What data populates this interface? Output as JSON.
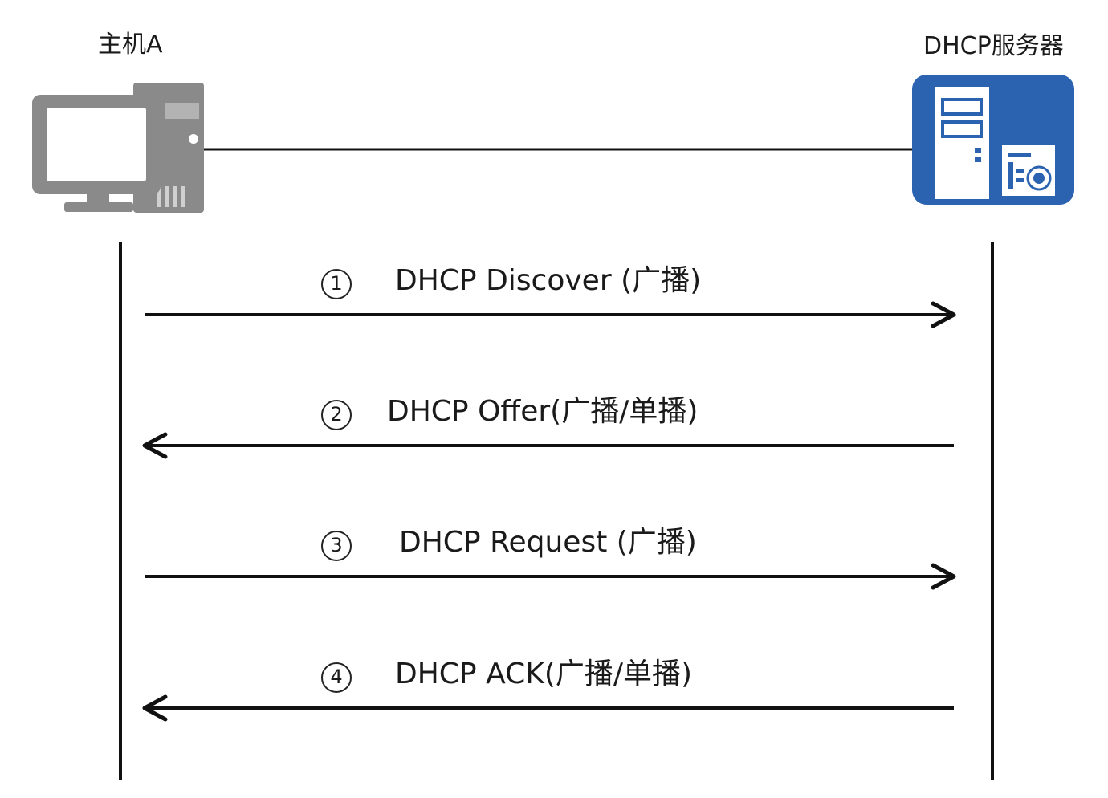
{
  "nodes": {
    "host": {
      "label": "主机A"
    },
    "server": {
      "label": "DHCP服务器"
    }
  },
  "colors": {
    "host_gray": "#8a8a8a",
    "server_blue": "#2b63b0",
    "line": "#111111"
  },
  "steps": [
    {
      "num": "1",
      "text": "DHCP Discover (广播)",
      "direction": "client-to-server"
    },
    {
      "num": "2",
      "text": "DHCP Offer(广播/单播)",
      "direction": "server-to-client"
    },
    {
      "num": "3",
      "text": "DHCP Request (广播)",
      "direction": "client-to-server"
    },
    {
      "num": "4",
      "text": "DHCP ACK(广播/单播)",
      "direction": "server-to-client"
    }
  ]
}
